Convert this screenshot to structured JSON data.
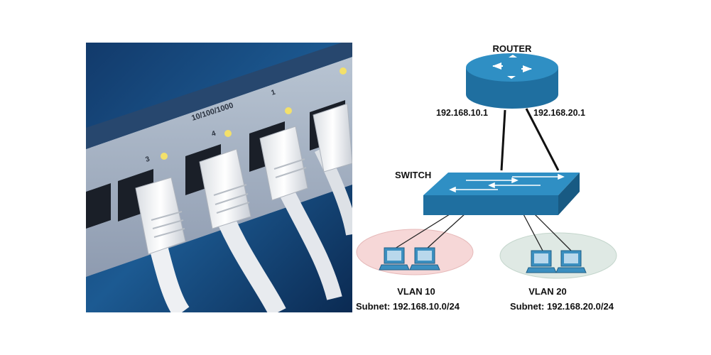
{
  "photo": {
    "panel_label": "10/100/1000",
    "port_numbers": [
      "3",
      "4",
      "1"
    ]
  },
  "diagram": {
    "router": {
      "label": "ROUTER",
      "ip_left": "192.168.10.1",
      "ip_right": "192.168.20.1"
    },
    "switch": {
      "label": "SWITCH"
    },
    "vlans": [
      {
        "name": "VLAN 10",
        "subnet": "Subnet: 192.168.10.0/24"
      },
      {
        "name": "VLAN 20",
        "subnet": "Subnet: 192.168.20.0/24"
      }
    ]
  },
  "colors": {
    "device_fill": "#1f6fa0",
    "device_top": "#2f8fc4",
    "vlan10_fill": "#f6d7d7",
    "vlan20_fill": "#dfe9e4",
    "computer_fill": "#3b8fc0",
    "link": "#111111"
  }
}
